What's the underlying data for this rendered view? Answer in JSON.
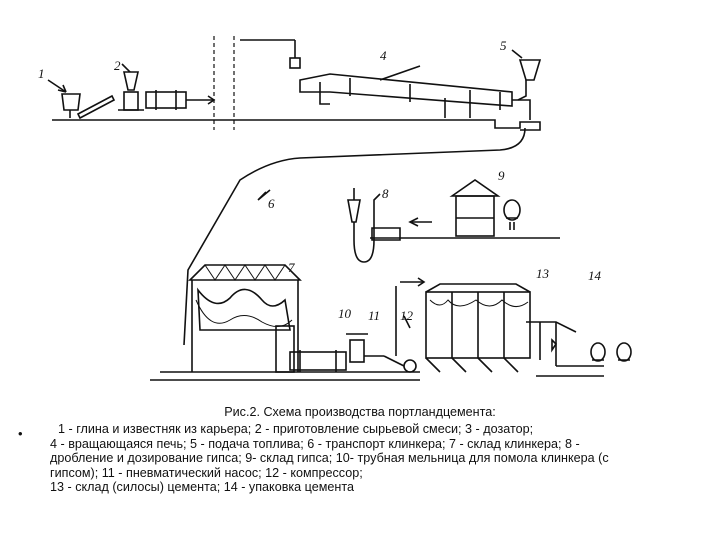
{
  "diagram": {
    "labels": {
      "n1": "1",
      "n2": "2",
      "n4": "4",
      "n5": "5",
      "n6": "6",
      "n7": "7",
      "n8": "8",
      "n9": "9",
      "n10": "10",
      "n11": "11",
      "n12": "12",
      "n13": "13",
      "n14": "14"
    }
  },
  "caption": {
    "title": "Рис.2.  Схема производства портландцемента:",
    "bullet": "•",
    "lines": [
      "1 - глина и известняк из карьера; 2 - приготовление сырьевой смеси; 3 - дозатор;",
      "4 - вращающаяся печь; 5 - подача топлива; 6 - транспорт клинкера; 7 - склад клинкера; 8 -",
      "дробление и дозирование гипса; 9- склад гипса; 10- трубная мельница для помола клинкера (с",
      "гипсом); 11 - пневматический насос; 12 - компрессор;",
      "13 - склад (силосы) цемента; 14 - упаковка цемента"
    ]
  }
}
